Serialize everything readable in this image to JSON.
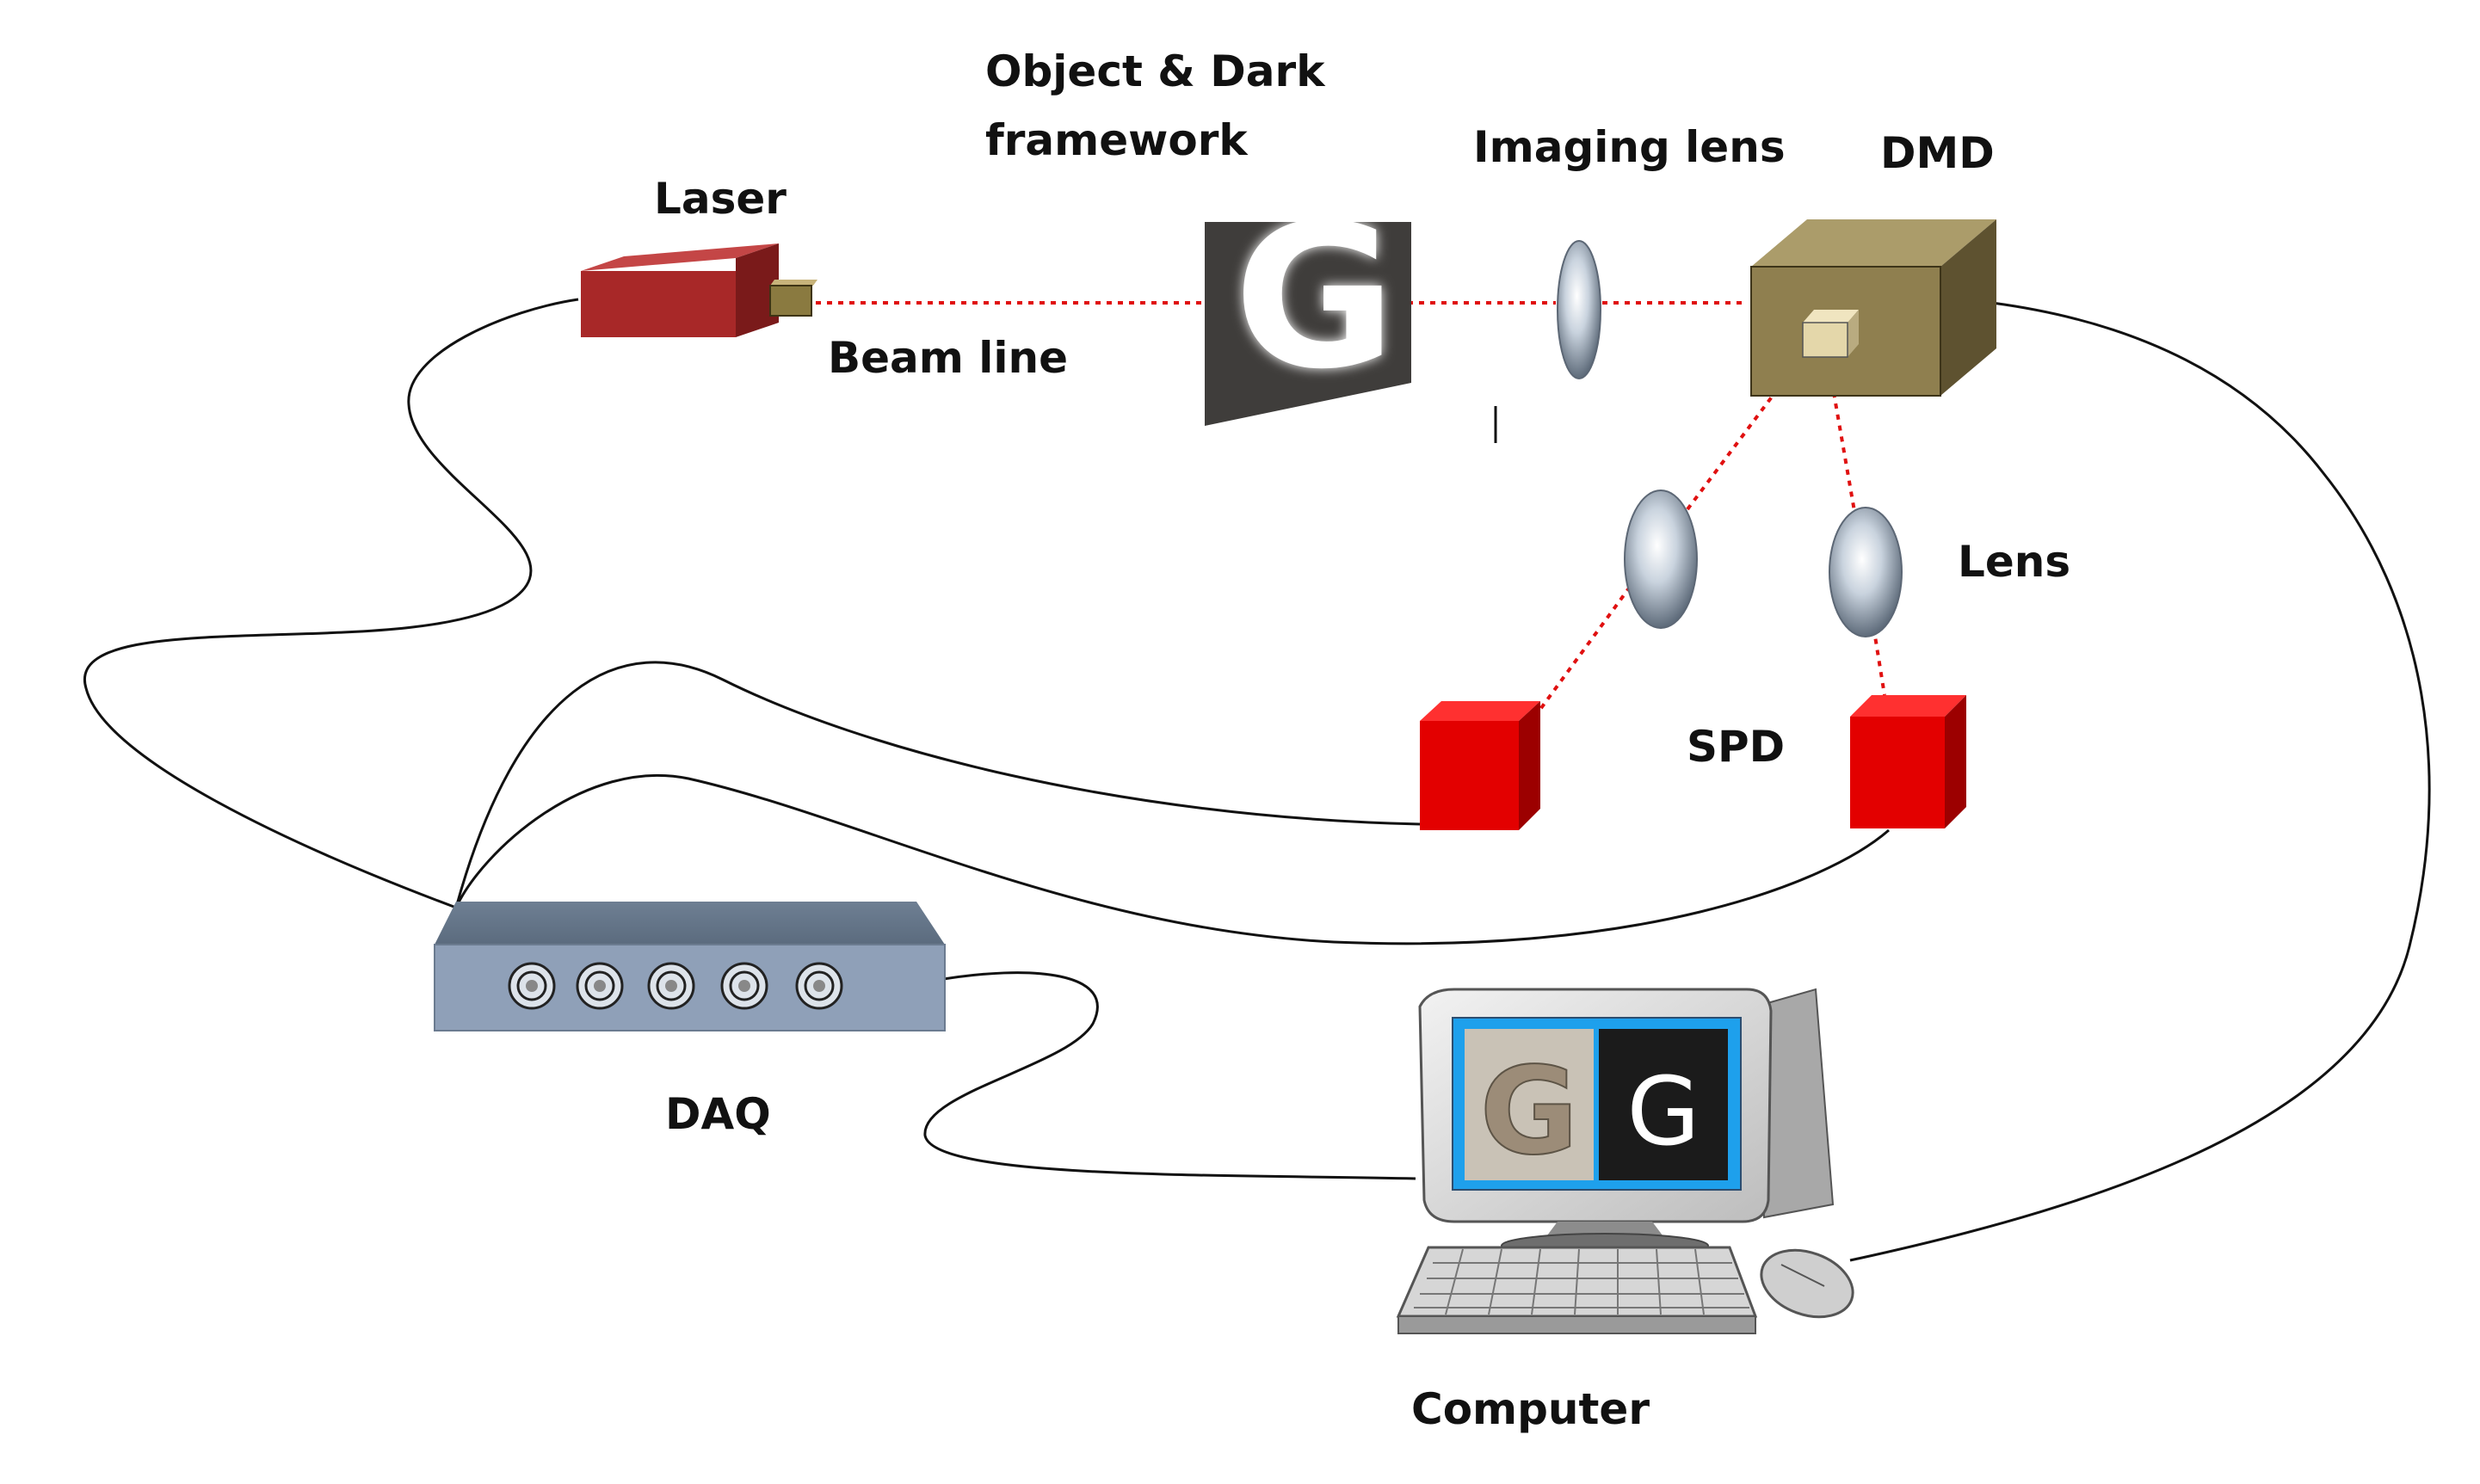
{
  "labels": {
    "laser": "Laser",
    "beam_line": "Beam line",
    "object_line1": "Object & Dark",
    "object_line2": "framework",
    "imaging_lens": "Imaging lens",
    "dmd": "DMD",
    "lens": "Lens",
    "spd": "SPD",
    "daq": "DAQ",
    "computer": "Computer",
    "object_letter": "G",
    "screen_letter_left": "G",
    "screen_letter_right": "G"
  },
  "colors": {
    "beam": "#e01010",
    "laser_body": "#a82828",
    "dmd_body": "#8f7f4f",
    "spd_body": "#e30000",
    "daq_body": "#8fa0b8",
    "cable": "#111111"
  }
}
